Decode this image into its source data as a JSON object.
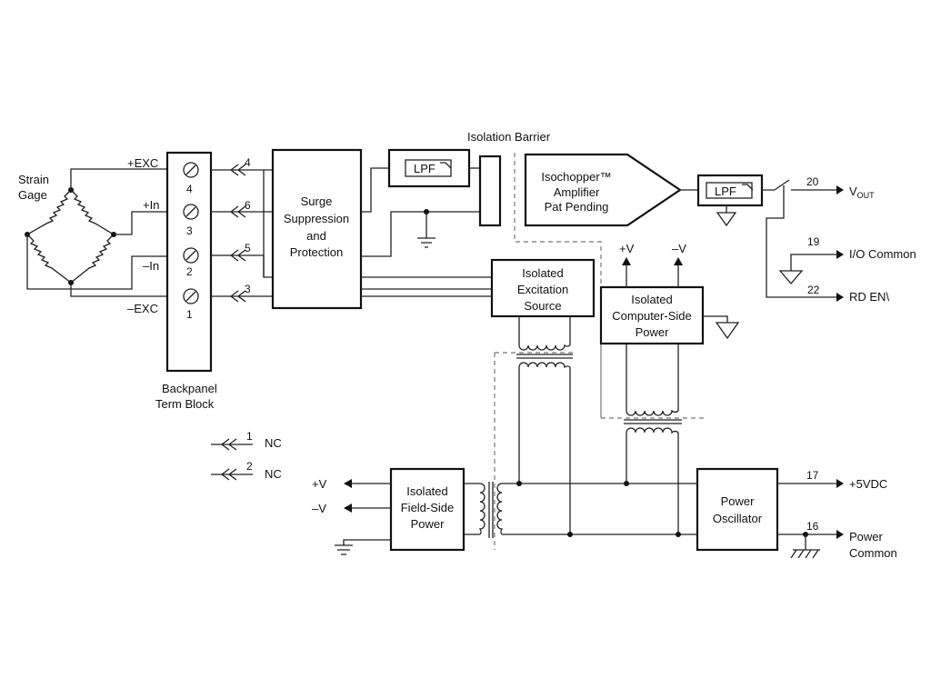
{
  "isolation_barrier": "Isolation Barrier",
  "strain_gage": {
    "line1": "Strain",
    "line2": "Gage"
  },
  "terminals": {
    "exc_pos": "+EXC",
    "in_pos": "+In",
    "in_neg": "–In",
    "exc_neg": "–EXC"
  },
  "term_numbers": [
    "4",
    "3",
    "2",
    "1"
  ],
  "pins": {
    "p4": "4",
    "p6": "6",
    "p5": "5",
    "p3": "3",
    "p1": "1",
    "p2": "2",
    "p20": "20",
    "p19": "19",
    "p22": "22",
    "p17": "17",
    "p16": "16"
  },
  "backpanel": {
    "line1": "Backpanel",
    "line2": "Term Block"
  },
  "surge": {
    "line1": "Surge",
    "line2": "Suppression",
    "line3": "and",
    "line4": "Protection"
  },
  "lpf": "LPF",
  "isochopper": {
    "line1": "Isochopper™",
    "line2": "Amplifier",
    "line3": "Pat Pending"
  },
  "excitation": {
    "line1": "Isolated",
    "line2": "Excitation",
    "line3": "Source"
  },
  "computer_power": {
    "line1": "Isolated",
    "line2": "Computer-Side",
    "line3": "Power"
  },
  "field_power": {
    "line1": "Isolated",
    "line2": "Field-Side",
    "line3": "Power"
  },
  "oscillator": {
    "line1": "Power",
    "line2": "Oscillator"
  },
  "outputs": {
    "vout": "V",
    "vout_sub": "OUT",
    "io_common": "I/O Common",
    "rd_en": "RD EN\\",
    "plus5": "+5VDC",
    "power_common_1": "Power",
    "power_common_2": "Common"
  },
  "supplies": {
    "pos_v": "+V",
    "neg_v": "–V"
  },
  "nc": "NC"
}
